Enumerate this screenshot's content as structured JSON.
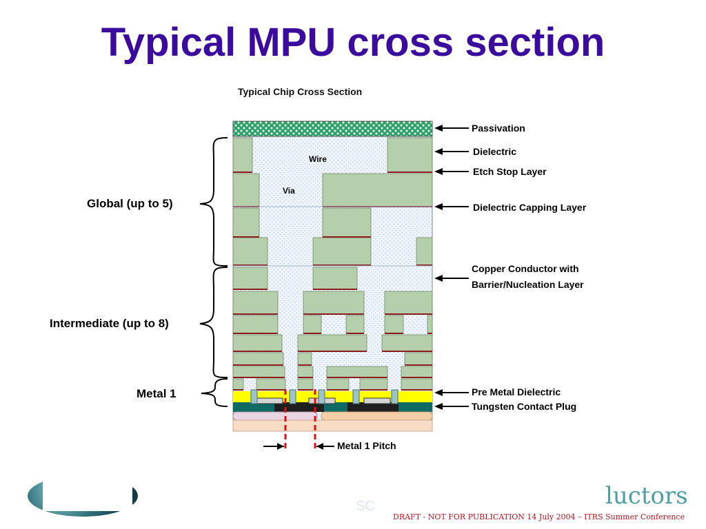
{
  "title": "Typical MPU cross section",
  "diagram_title": "Typical Chip Cross Section",
  "inner_labels": {
    "wire": "Wire",
    "via": "Via"
  },
  "left_labels": {
    "global": "Global (up to 5)",
    "intermediate": "Intermediate (up to 8)",
    "metal1": "Metal 1"
  },
  "right_labels": {
    "passivation": "Passivation",
    "dielectric": "Dielectric",
    "etch_stop": "Etch Stop Layer",
    "capping": "Dielectric Capping Layer",
    "copper_line1": "Copper Conductor with",
    "copper_line2": "Barrier/Nucleation Layer",
    "pre_metal": "Pre Metal Dielectric",
    "tungsten": "Tungsten Contact Plug"
  },
  "pitch_label": "Metal 1 Pitch",
  "footer": "DRAFT - NOT FOR PUBLICATION     14 July 2004 – ITRS Summer Conference",
  "logo_text": "luctors",
  "colors": {
    "title": "#3a0b9c",
    "metal": "#b5ceab",
    "etch_stop": "#8b1a1a",
    "passivation": "#2e9e6b",
    "pmd": "#ffff00",
    "pitch_line": "#dd1111",
    "footer": "#b8111d"
  }
}
